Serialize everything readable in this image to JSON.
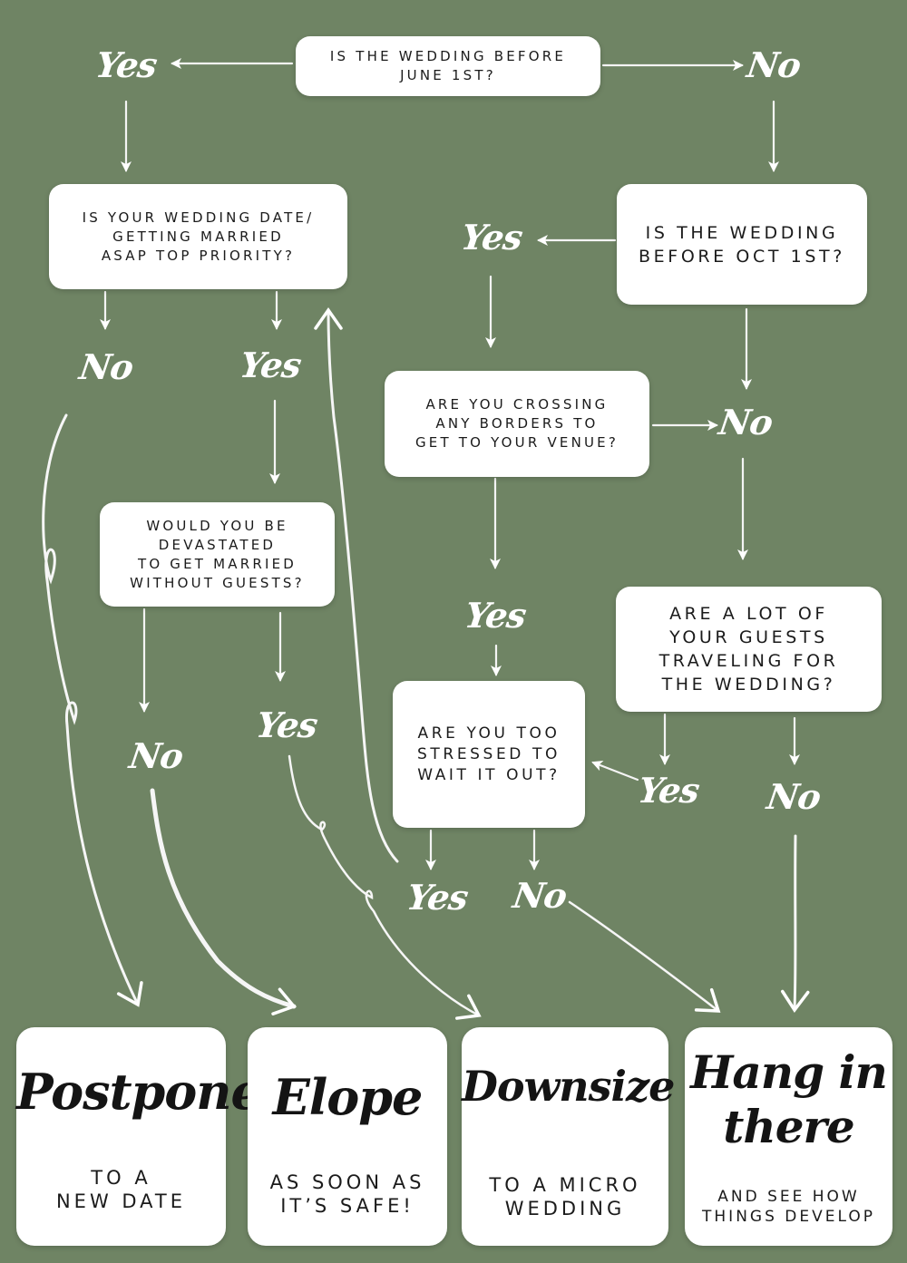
{
  "questions": {
    "q_before_june": "IS THE WEDDING BEFORE\nJUNE 1ST?",
    "q_priority": "IS YOUR WEDDING DATE/\nGETTING MARRIED\nASAP TOP PRIORITY?",
    "q_before_oct": "IS THE WEDDING\nBEFORE OCT 1ST?",
    "q_borders": "ARE YOU CROSSING\nANY BORDERS TO\nGET TO YOUR VENUE?",
    "q_devastated": "WOULD YOU BE\nDEVASTATED\nTO GET MARRIED\nWITHOUT GUESTS?",
    "q_guests_traveling": "ARE A LOT OF\nYOUR GUESTS\nTRAVELING FOR\nTHE WEDDING?",
    "q_stressed": "ARE YOU TOO\nSTRESSED TO\nWAIT IT OUT?"
  },
  "labels": {
    "yes": "Yes",
    "no": "No"
  },
  "results": {
    "postpone": {
      "title": "Postpone",
      "subtitle": "TO A\nNEW DATE"
    },
    "elope": {
      "title": "Elope",
      "subtitle": "AS SOON AS\nIT’S SAFE!"
    },
    "downsize": {
      "title": "Downsize",
      "subtitle": "TO A MICRO\nWEDDING"
    },
    "hang_in_there": {
      "title": "Hang in\nthere",
      "subtitle": "AND SEE HOW\nTHINGS DEVELOP"
    }
  },
  "colors": {
    "background": "#6f8464",
    "box": "#ffffff",
    "text": "#1b1b1b",
    "label": "#ffffff"
  }
}
